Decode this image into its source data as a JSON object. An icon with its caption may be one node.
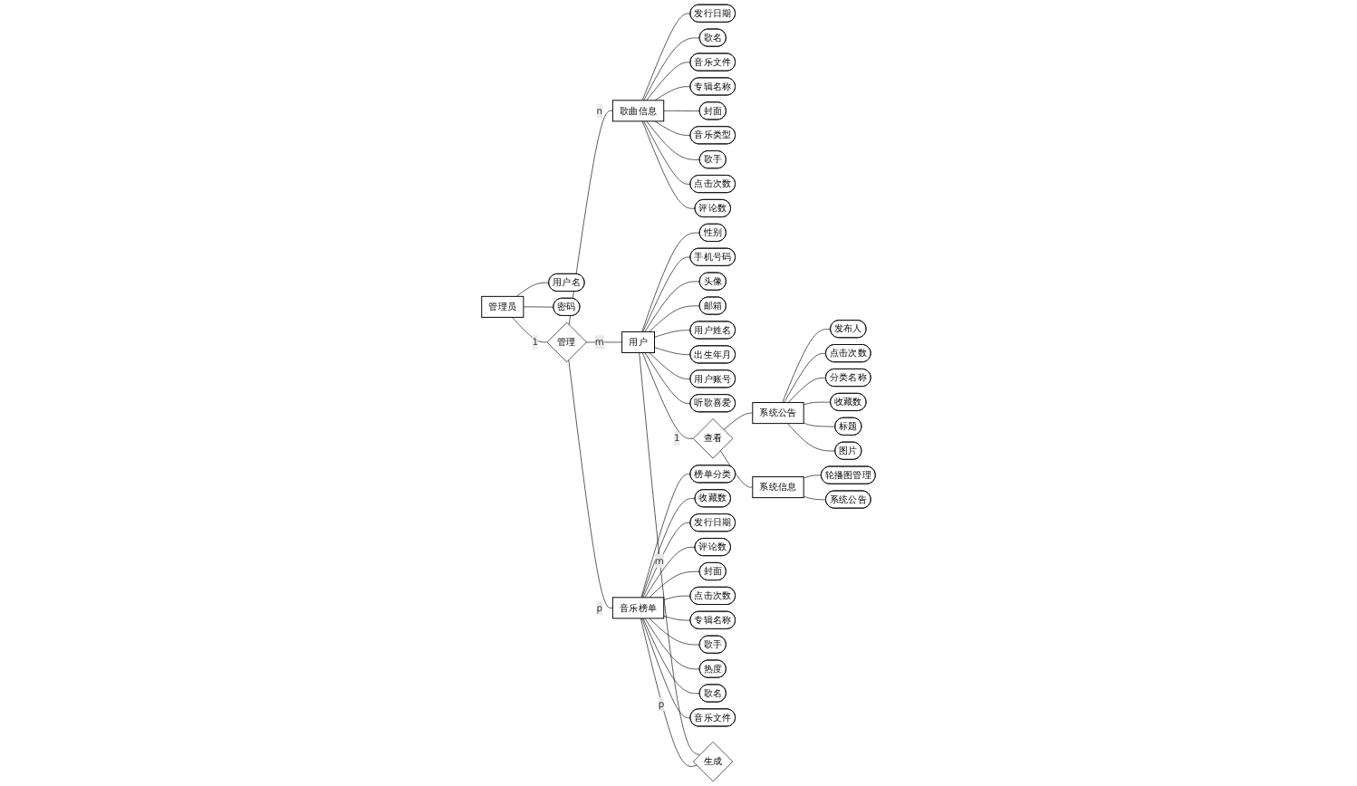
{
  "diagram": {
    "nodes": [
      {
        "text": [
          "歌曲信息"
        ]
      },
      {
        "text": [
          "发行日期"
        ]
      },
      {
        "text": [
          "歌名"
        ]
      },
      {
        "text": [
          "音乐文件"
        ]
      },
      {
        "text": [
          "专辑名称"
        ]
      },
      {
        "text": [
          "封面"
        ]
      },
      {
        "text": [
          "音乐类型"
        ]
      },
      {
        "text": [
          "歌手"
        ]
      },
      {
        "text": [
          "点击次数"
        ]
      },
      {
        "text": [
          "评论数"
        ]
      },
      {
        "text": [
          "系统公告"
        ]
      },
      {
        "text": [
          "发布人"
        ]
      },
      {
        "text": [
          "点击次数"
        ]
      },
      {
        "text": [
          "分类名称"
        ]
      },
      {
        "text": [
          "收藏数"
        ]
      },
      {
        "text": [
          "标题"
        ]
      },
      {
        "text": [
          "图片"
        ]
      },
      {
        "text": [
          "管理员"
        ]
      },
      {
        "text": [
          "用户名"
        ]
      },
      {
        "text": [
          "密码"
        ]
      },
      {
        "text": [
          "管理"
        ]
      },
      {
        "text": [
          "用户"
        ]
      },
      {
        "text": [
          "性别"
        ]
      },
      {
        "text": [
          "手机号码"
        ]
      },
      {
        "text": [
          "头像"
        ]
      },
      {
        "text": [
          "邮箱"
        ]
      },
      {
        "text": [
          "用户姓名"
        ]
      },
      {
        "text": [
          "出生年月"
        ]
      },
      {
        "text": [
          "用户账号"
        ]
      },
      {
        "text": [
          "听歌喜爱"
        ]
      },
      {
        "text": [
          "查看"
        ]
      },
      {
        "text": [
          "音乐榜单"
        ]
      },
      {
        "text": [
          "榜单分类"
        ]
      },
      {
        "text": [
          "收藏数"
        ]
      },
      {
        "text": [
          "发行日期"
        ]
      },
      {
        "text": [
          "评论数"
        ]
      },
      {
        "text": [
          "封面"
        ]
      },
      {
        "text": [
          "点击次数"
        ]
      },
      {
        "text": [
          "专辑名称"
        ]
      },
      {
        "text": [
          "歌手"
        ]
      },
      {
        "text": [
          "热度"
        ]
      },
      {
        "text": [
          "歌名"
        ]
      },
      {
        "text": [
          "音乐文件"
        ]
      },
      {
        "text": [
          "生成"
        ]
      },
      {
        "text": [
          "系统信息"
        ]
      },
      {
        "text": [
          "轮播图管理"
        ]
      },
      {
        "text": [
          "系统公告"
        ]
      }
    ],
    "edges": [
      {
        "from": 0,
        "to": 1,
        "arrow": "none"
      },
      {
        "from": 0,
        "to": 2,
        "arrow": "none"
      },
      {
        "from": 0,
        "to": 3,
        "arrow": "none"
      },
      {
        "from": 0,
        "to": 4,
        "arrow": "none"
      },
      {
        "from": 0,
        "to": 5,
        "arrow": "none"
      },
      {
        "from": 0,
        "to": 6,
        "arrow": "none"
      },
      {
        "from": 0,
        "to": 7,
        "arrow": "none"
      },
      {
        "from": 0,
        "to": 8,
        "arrow": "none"
      },
      {
        "from": 0,
        "to": 9,
        "arrow": "none"
      },
      {
        "from": 10,
        "to": 11,
        "arrow": "none"
      },
      {
        "from": 10,
        "to": 12,
        "arrow": "none"
      },
      {
        "from": 10,
        "to": 13,
        "arrow": "none"
      },
      {
        "from": 10,
        "to": 14,
        "arrow": "none"
      },
      {
        "from": 10,
        "to": 15,
        "arrow": "none"
      },
      {
        "from": 10,
        "to": 16,
        "arrow": "none"
      },
      {
        "from": 17,
        "to": 18,
        "arrow": "none"
      },
      {
        "from": 17,
        "to": 19,
        "arrow": "none"
      },
      {
        "from": 17,
        "to": 20,
        "arrow": "none",
        "label": "1"
      },
      {
        "from": 20,
        "to": 0,
        "arrow": "none",
        "label": "n"
      },
      {
        "from": 20,
        "to": 21,
        "arrow": "none",
        "label": "m"
      },
      {
        "from": 20,
        "to": 31,
        "arrow": "none",
        "label": "p"
      },
      {
        "from": 21,
        "to": 22,
        "arrow": "none"
      },
      {
        "from": 21,
        "to": 23,
        "arrow": "none"
      },
      {
        "from": 21,
        "to": 24,
        "arrow": "none"
      },
      {
        "from": 21,
        "to": 25,
        "arrow": "none"
      },
      {
        "from": 21,
        "to": 26,
        "arrow": "none"
      },
      {
        "from": 21,
        "to": 27,
        "arrow": "none"
      },
      {
        "from": 21,
        "to": 28,
        "arrow": "none"
      },
      {
        "from": 21,
        "to": 29,
        "arrow": "none"
      },
      {
        "from": 21,
        "to": 30,
        "arrow": "none",
        "label": "1"
      },
      {
        "from": 30,
        "to": 10,
        "arrow": "none"
      },
      {
        "from": 30,
        "to": 44,
        "arrow": "none"
      },
      {
        "from": 31,
        "to": 32,
        "arrow": "none"
      },
      {
        "from": 31,
        "to": 33,
        "arrow": "none"
      },
      {
        "from": 31,
        "to": 34,
        "arrow": "none"
      },
      {
        "from": 31,
        "to": 35,
        "arrow": "none"
      },
      {
        "from": 31,
        "to": 36,
        "arrow": "none"
      },
      {
        "from": 31,
        "to": 37,
        "arrow": "none"
      },
      {
        "from": 31,
        "to": 38,
        "arrow": "none"
      },
      {
        "from": 31,
        "to": 39,
        "arrow": "none"
      },
      {
        "from": 31,
        "to": 40,
        "arrow": "none"
      },
      {
        "from": 31,
        "to": 41,
        "arrow": "none"
      },
      {
        "from": 31,
        "to": 42,
        "arrow": "none"
      },
      {
        "from": 21,
        "to": 43,
        "arrow": "none",
        "label": "m"
      },
      {
        "from": 31,
        "to": 43,
        "arrow": "none",
        "label": "p"
      },
      {
        "from": 44,
        "to": 45,
        "arrow": "none"
      },
      {
        "from": 44,
        "to": 46,
        "arrow": "none"
      }
    ]
  }
}
